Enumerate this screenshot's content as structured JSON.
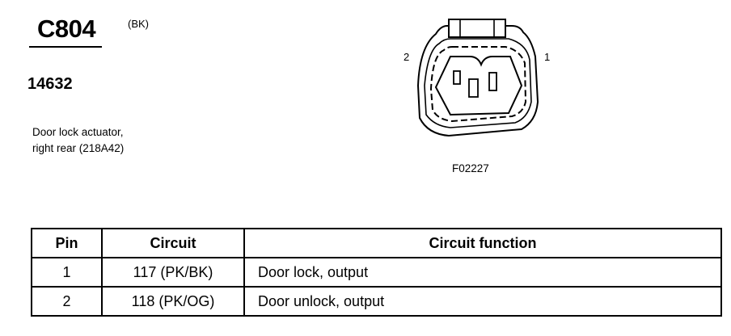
{
  "header": {
    "connector_id": "C804",
    "connector_color": "(BK)",
    "part_number": "14632",
    "description_lines": [
      "Door lock actuator,",
      "right rear (218A42)"
    ]
  },
  "figure": {
    "pin_label_left": "2",
    "pin_label_right": "1",
    "figure_code": "F02227"
  },
  "table": {
    "headers": {
      "pin": "Pin",
      "circuit": "Circuit",
      "function": "Circuit function"
    },
    "rows": [
      {
        "pin": "1",
        "circuit": "117 (PK/BK)",
        "function": "Door lock, output"
      },
      {
        "pin": "2",
        "circuit": "118 (PK/OG)",
        "function": "Door unlock, output"
      }
    ]
  }
}
